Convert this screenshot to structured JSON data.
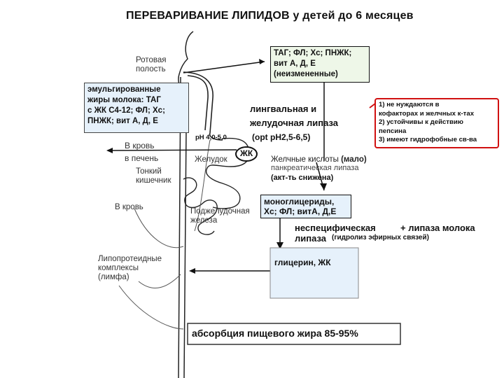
{
  "title": {
    "main": "ПЕРЕВАРИВАНИЕ ЛИПИДОВ",
    "rest": "у детей до 6 месяцев"
  },
  "anatomy": {
    "oral_cavity": [
      "Ротовая",
      "полость"
    ],
    "to_blood_1": "В кровь",
    "to_liver": "в печень",
    "stomach": "Желудок",
    "small_intestine": [
      "Тонкий",
      "кишечник"
    ],
    "to_blood_2": "В кровь",
    "pancreas": [
      "Поджелудочная",
      "железа"
    ],
    "lipoprotein": [
      "Липопротеидные",
      "комплексы",
      "(лимфа)"
    ]
  },
  "boxes": {
    "unchanged": [
      "ТАГ; ФЛ; Хс; ПНЖК;",
      "вит А, Д, Е",
      "(неизмененные)"
    ],
    "emulsified": [
      "эмульгированные",
      "жиры молока: ТАГ",
      "с ЖК С4-12; ФЛ; Хс;",
      "ПНЖК; вит А, Д, Е"
    ],
    "monoglycerides": [
      "моноглицериды,",
      "Хс; ФЛ; витА, Д,Е"
    ],
    "glycerol": "глицерин, ЖК",
    "absorption": "абсорбция пищевого жира 85-95%"
  },
  "lipase": {
    "lingual": [
      "лингвальная и",
      "желудочная липаза"
    ],
    "opt_ph": "(opt рН2,5-6,5)",
    "ph_stomach": "рН 4,0-5,0",
    "fa_node": "ЖК",
    "bile_acids": "Желчные кислоты",
    "bile_note": "(мало)",
    "pancreatic": "панкреатическая липаза",
    "pancreatic_note": "(акт-ть снижена)",
    "nonspecific": [
      "неспецифическая",
      "липаза"
    ],
    "nonspecific_note": "(гидролиз эфирных связей)",
    "milk_lipase": "+ липаза молока"
  },
  "properties": [
    "1) не нуждаются в",
    "кофакторах и желчных к-тах",
    "2) устойчивы к действию",
    "пепсина",
    "3) имеют гидрофобные св-ва"
  ],
  "colors": {
    "accent_red": "#d01010",
    "pale_blue": "#e6f1fb",
    "pale_green": "#eef7e8"
  }
}
